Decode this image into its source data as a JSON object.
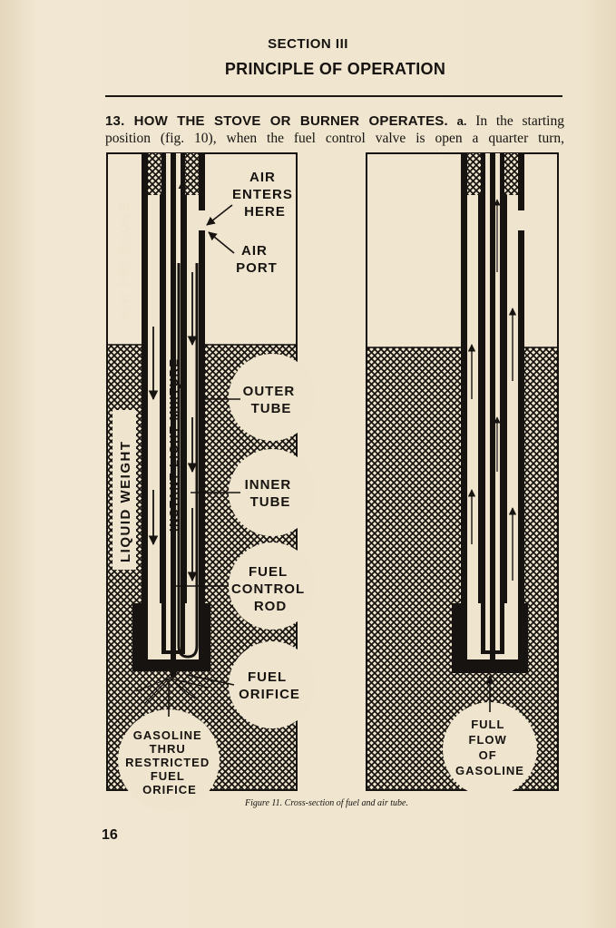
{
  "header": {
    "section_label": "SECTION III",
    "chapter_title": "PRINCIPLE OF OPERATION"
  },
  "paragraph": {
    "heading": "13. HOW THE STOVE OR BURNER OPERATES.",
    "sub_label": "a.",
    "line1_text": "In the starting",
    "line2_text": "position (fig. 10), when the fuel control valve is open a quarter turn,"
  },
  "figure": {
    "left_panel": {
      "vertical_labels": {
        "air_pressure": "AIR PRESSURE",
        "liquid_weight": "LIQUID WEIGHT",
        "instant_light_mixture": "INSTANT LIGHT MIXTURE"
      },
      "callouts": {
        "air_enters": [
          "AIR",
          "ENTERS",
          "HERE"
        ],
        "air_port": [
          "AIR",
          "PORT"
        ],
        "outer_tube": [
          "OUTER",
          "TUBE"
        ],
        "inner_tube": [
          "INNER",
          "TUBE"
        ],
        "fuel_control_rod": [
          "FUEL",
          "CONTROL",
          "ROD"
        ],
        "fuel_orifice": [
          "FUEL",
          "ORIFICE"
        ],
        "gasoline_restricted": [
          "GASOLINE",
          "THRU",
          "RESTRICTED",
          "FUEL",
          "ORIFICE"
        ]
      }
    },
    "right_panel": {
      "callouts": {
        "full_flow": [
          "FULL",
          "FLOW",
          "OF",
          "GASOLINE"
        ]
      }
    },
    "caption": "Figure 11. Cross-section of fuel and air tube."
  },
  "footer": {
    "page_number": "16"
  },
  "colors": {
    "paper": "#efe4cd",
    "ink": "#161310"
  }
}
